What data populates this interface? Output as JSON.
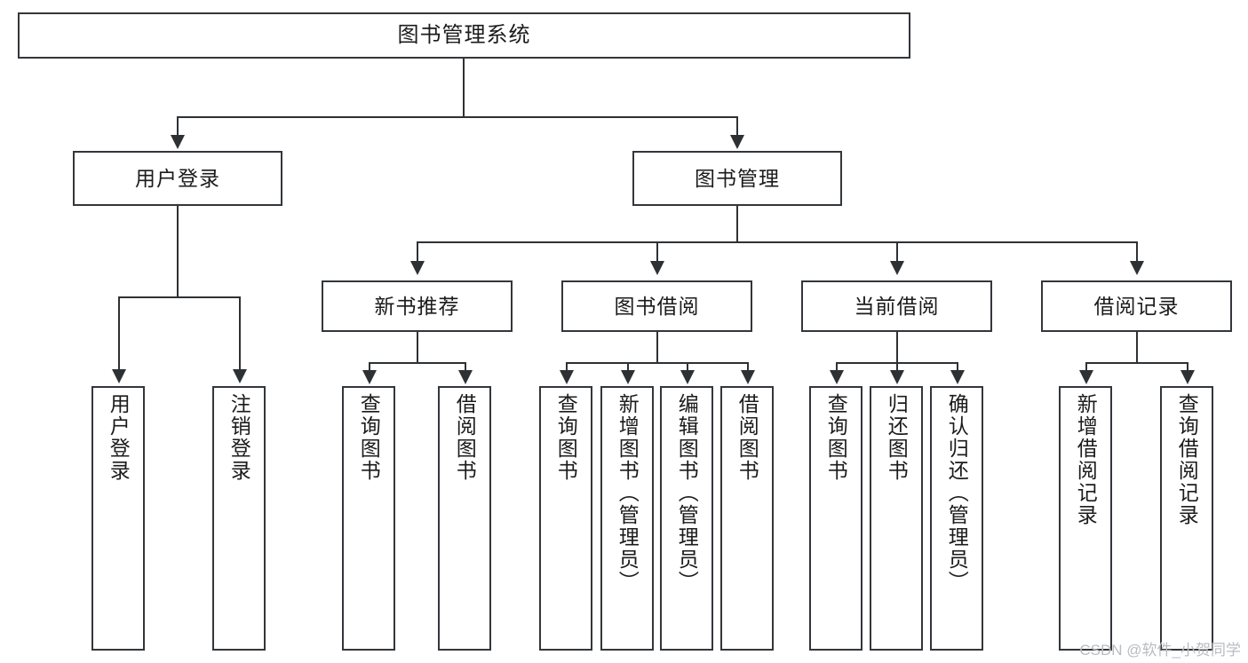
{
  "diagram": {
    "type": "tree",
    "orientation": "top-down",
    "title": "图书管理系统",
    "colors": {
      "box_border": "#33363a",
      "connector": "#2e3134",
      "background": "#ffffff",
      "text": "#1b1b1b",
      "watermark": "#b9bcc0"
    },
    "root": {
      "label": "图书管理系统"
    },
    "level2": [
      {
        "label": "用户登录"
      },
      {
        "label": "图书管理"
      }
    ],
    "level3": [
      {
        "label": "新书推荐"
      },
      {
        "label": "图书借阅"
      },
      {
        "label": "当前借阅"
      },
      {
        "label": "借阅记录"
      }
    ],
    "leaves": {
      "user_login": [
        {
          "label": "用户登录"
        },
        {
          "label": "注销登录"
        }
      ],
      "new_book_recommend": [
        {
          "label": "查询图书"
        },
        {
          "label": "借阅图书"
        }
      ],
      "book_borrow": [
        {
          "label": "查询图书"
        },
        {
          "label": "新增图书（管理员）"
        },
        {
          "label": "编辑图书（管理员）"
        },
        {
          "label": "借阅图书"
        }
      ],
      "current_borrow": [
        {
          "label": "查询图书"
        },
        {
          "label": "归还图书"
        },
        {
          "label": "确认归还（管理员）"
        }
      ],
      "borrow_record": [
        {
          "label": "新增借阅记录"
        },
        {
          "label": "查询借阅记录"
        }
      ]
    }
  },
  "watermark": {
    "text": "CSDN @软件_小贺同学"
  }
}
